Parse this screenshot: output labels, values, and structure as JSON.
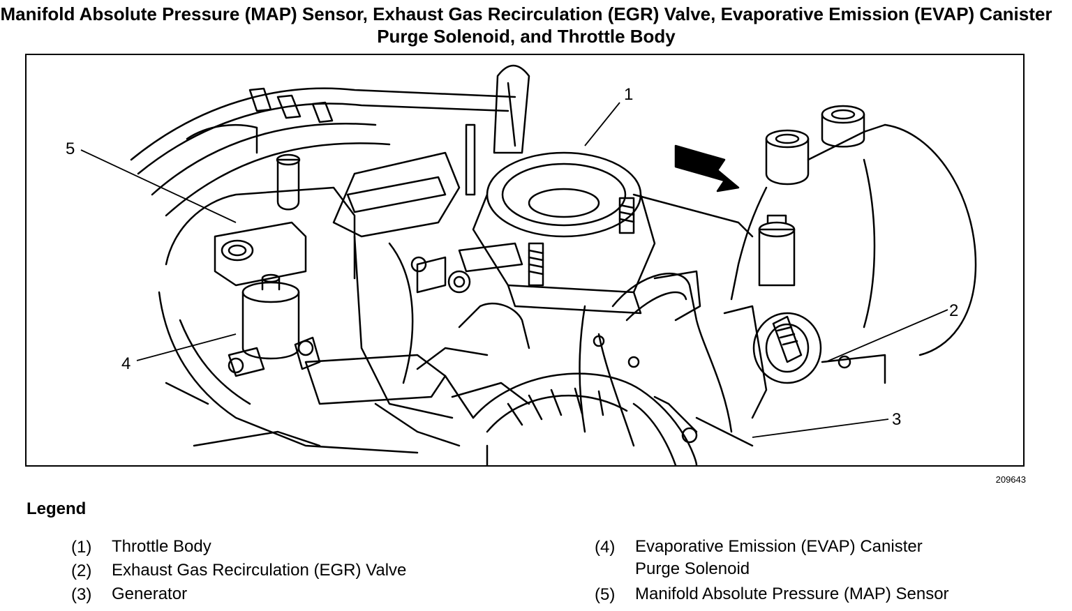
{
  "title": "Manifold Absolute Pressure (MAP) Sensor, Exhaust Gas Recirculation (EGR) Valve, Evaporative Emission (EVAP) Canister Purge Solenoid, and Throttle Body",
  "figure_id": "209643",
  "callouts": [
    "1",
    "2",
    "3",
    "4",
    "5"
  ],
  "legend": {
    "heading": "Legend",
    "items": [
      {
        "num": "(1)",
        "text": "Throttle Body"
      },
      {
        "num": "(2)",
        "text": "Exhaust Gas Recirculation (EGR) Valve"
      },
      {
        "num": "(3)",
        "text": "Generator"
      },
      {
        "num": "(4)",
        "text": "Evaporative Emission (EVAP) Canister\nPurge Solenoid"
      },
      {
        "num": "(5)",
        "text": "Manifold Absolute Pressure (MAP) Sensor"
      }
    ]
  }
}
